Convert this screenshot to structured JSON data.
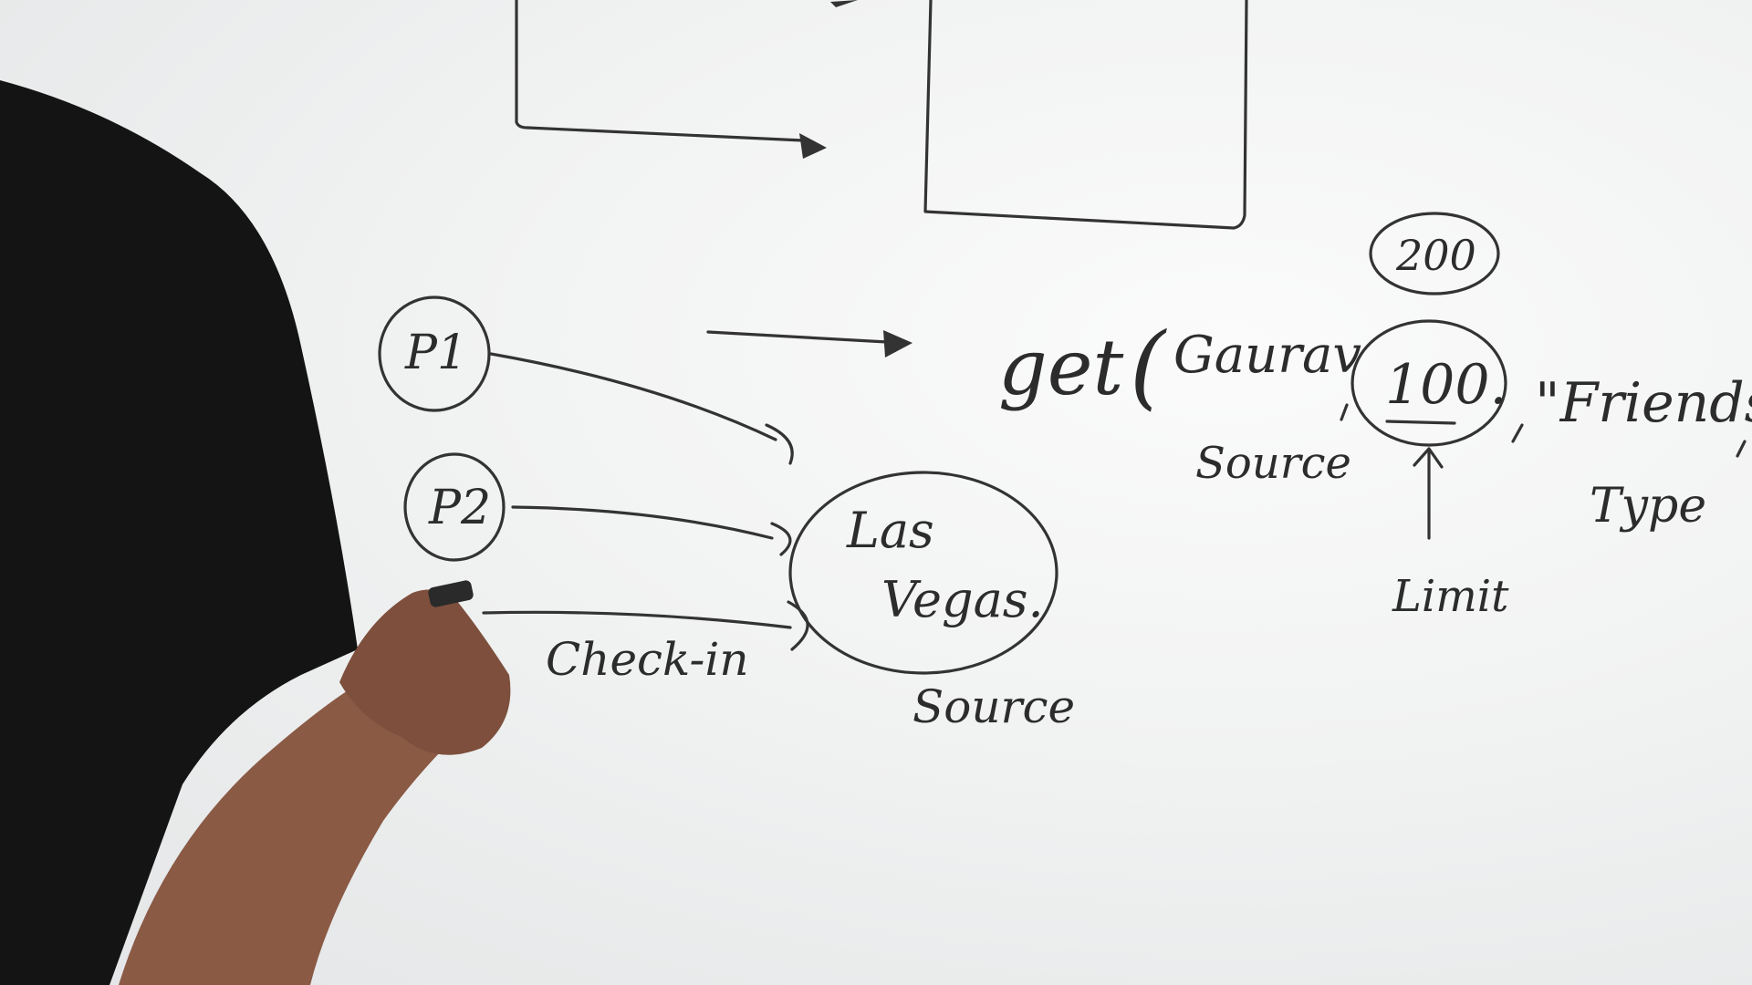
{
  "board": {
    "nodes": {
      "p1": "P1",
      "p2": "P2"
    },
    "target_circle": {
      "line1": "Las",
      "line2": "Vegas."
    },
    "edge_label": "Check-in",
    "target_label": "Source",
    "call": {
      "keyword": "get",
      "open_paren": "(",
      "first_arg": "Gaurav",
      "first_arg_label": "Source",
      "limit_value": "100.",
      "limit_alt_value": "200",
      "limit_label": "Limit",
      "type_arg": "\"Friends\"",
      "type_label": "Type"
    }
  },
  "colors": {
    "board": "#f3f4f4",
    "ink": "#2c2c2c",
    "shirt": "#141414",
    "skin": "#8a5a45"
  },
  "icons": {
    "arrowheads": "arrow-head-icon"
  }
}
